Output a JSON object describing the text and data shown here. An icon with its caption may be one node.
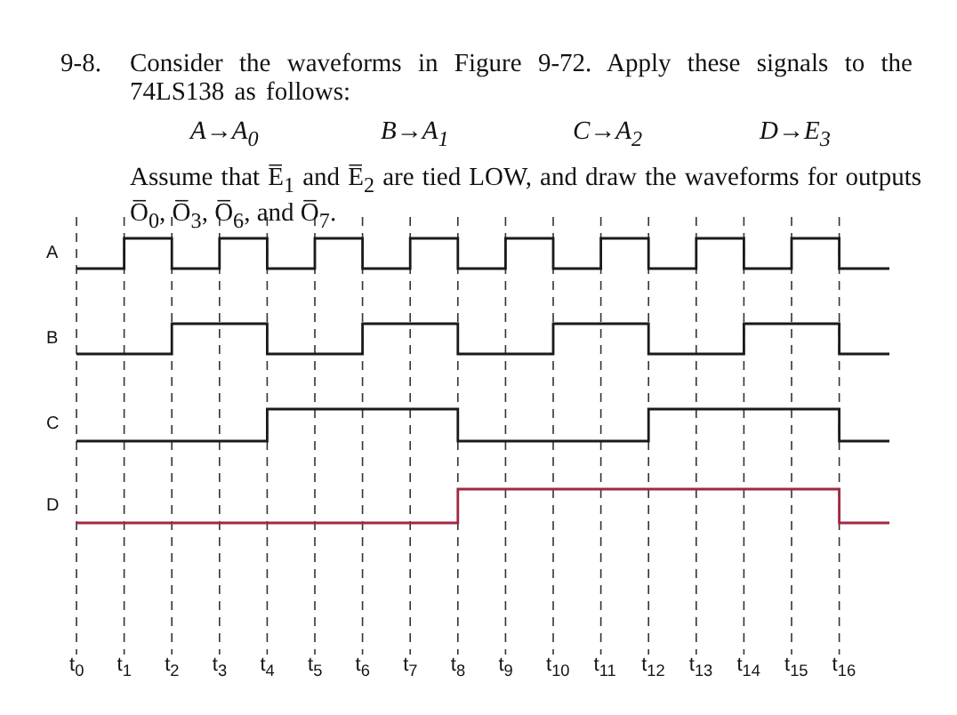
{
  "diagram": {
    "labels": [
      "9-8.",
      "Consider the waveforms in Figure 9-72. Apply these signals to the 74LS138 as follows:",
      "A→A$_{0}$",
      "B→A$_{1}$",
      "C→A$_{2}$",
      "D→E$_{3}$",
      "Assume that E̅$_{1}$ and E̅$_{2}$ are tied LOW, and draw the waveforms for outputs O̅$_{0}$, O̅$_{3}$, O̅$_{6}$, and O̅$_{7}$.",
      "A",
      "B",
      "C",
      "D",
      "t$_{0}$",
      "t$_{1}$",
      "t$_{2}$",
      "t$_{3}$",
      "t$_{4}$",
      "t$_{5}$",
      "t$_{6}$",
      "t$_{7}$",
      "t$_{8}$",
      "t$_{9}$",
      "t$_{10}$",
      "t$_{11}$",
      "t$_{12}$",
      "t$_{13}$",
      "t$_{14}$",
      "t$_{15}$",
      "t$_{16}$"
    ]
  }
}
